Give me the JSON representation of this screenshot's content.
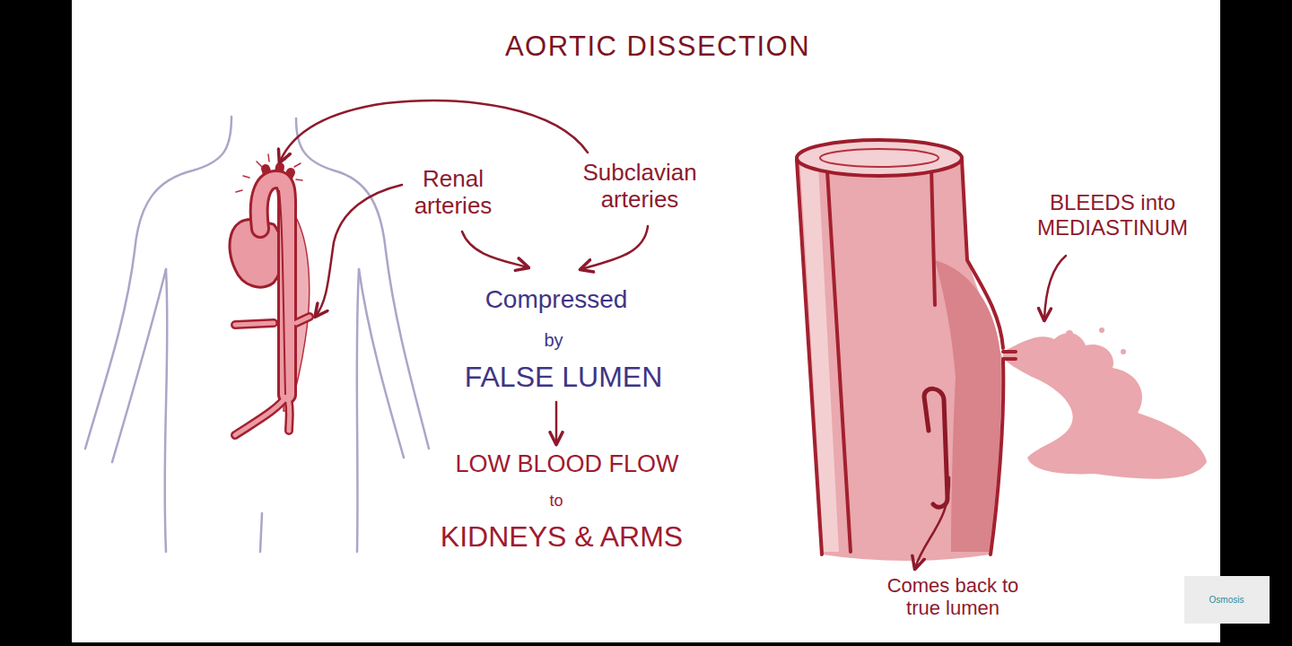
{
  "diagram": {
    "title": "AORTIC DISSECTION",
    "labels": [
      "Renal arteries",
      "Subclavian arteries",
      "Compressed",
      "by",
      "FALSE LUMEN",
      "LOW BLOOD FLOW",
      "to",
      "KIDNEYS & ARMS",
      "BLEEDS into MEDIASTINUM",
      "Comes back to true lumen",
      "Osmosis"
    ]
  }
}
